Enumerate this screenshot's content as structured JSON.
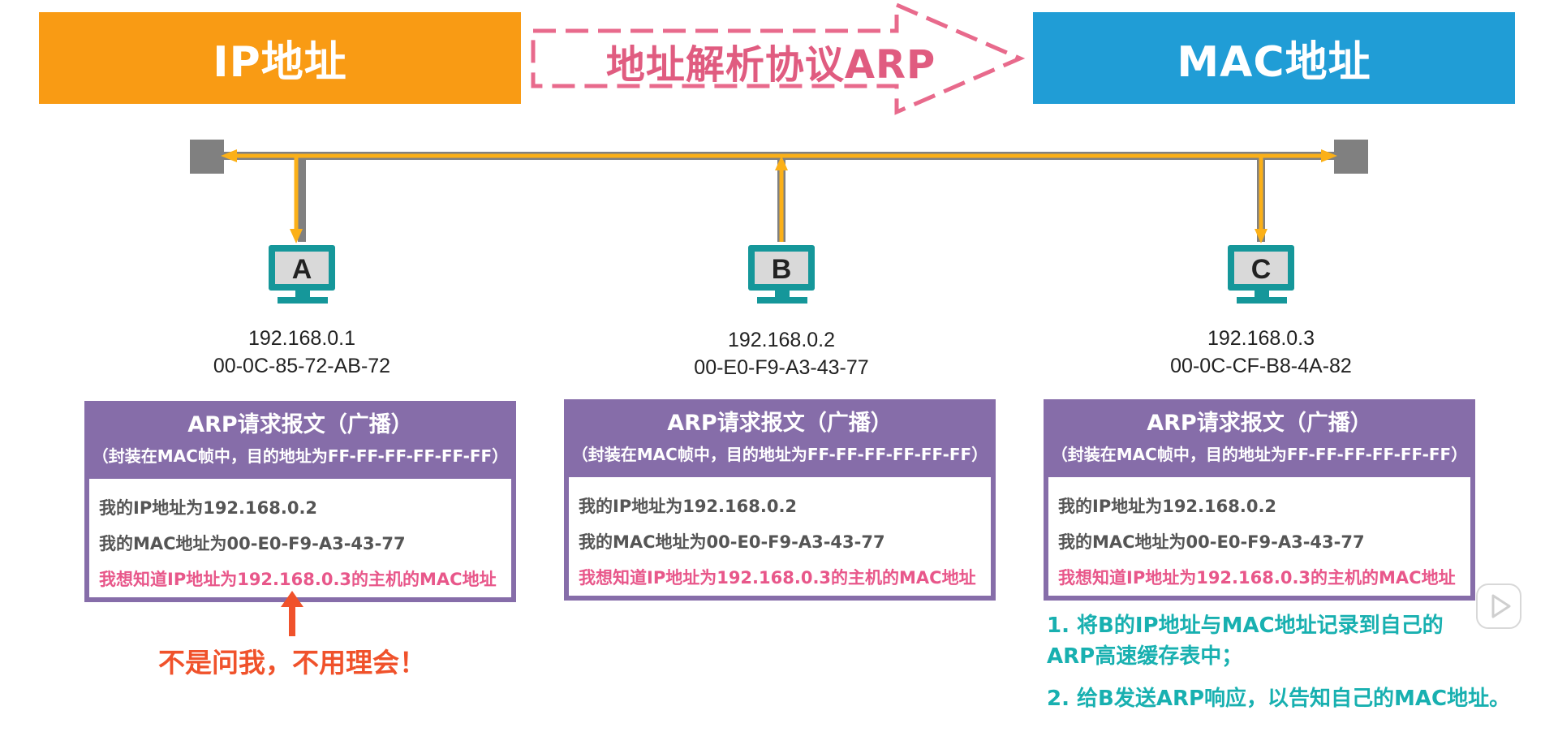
{
  "header": {
    "ip_label": "IP地址",
    "mac_label": "MAC地址",
    "arrow_label": "地址解析协议ARP"
  },
  "hosts": [
    {
      "letter": "A",
      "ip": "192.168.0.1",
      "mac": "00-0C-85-72-AB-72"
    },
    {
      "letter": "B",
      "ip": "192.168.0.2",
      "mac": "00-E0-F9-A3-43-77"
    },
    {
      "letter": "C",
      "ip": "192.168.0.3",
      "mac": "00-0C-CF-B8-4A-82"
    }
  ],
  "arp_box": {
    "title": "ARP请求报文（广播）",
    "subtitle": "（封装在MAC帧中，目的地址为FF-FF-FF-FF-FF-FF）",
    "line1": "我的IP地址为192.168.0.2",
    "line2": "我的MAC地址为00-E0-F9-A3-43-77",
    "line3": "我想知道IP地址为192.168.0.3的主机的MAC地址"
  },
  "annotations": {
    "host_a_note": "不是问我，不用理会！",
    "host_c_step1_line1": "1. 将B的IP地址与MAC地址记录到自己的",
    "host_c_step1_line2": "ARP高速缓存表中；",
    "host_c_step2": "2. 给B发送ARP响应，以告知自己的MAC地址。"
  },
  "colors": {
    "ip_header": "#f99b14",
    "mac_header": "#209dd6",
    "arrow_outline": "#e86a8c",
    "arp_box": "#866da9",
    "bus": "#808080",
    "signal": "#fbb018",
    "monitor": "#15979a",
    "red_note": "#f0522b",
    "teal_note": "#18b0b0"
  }
}
